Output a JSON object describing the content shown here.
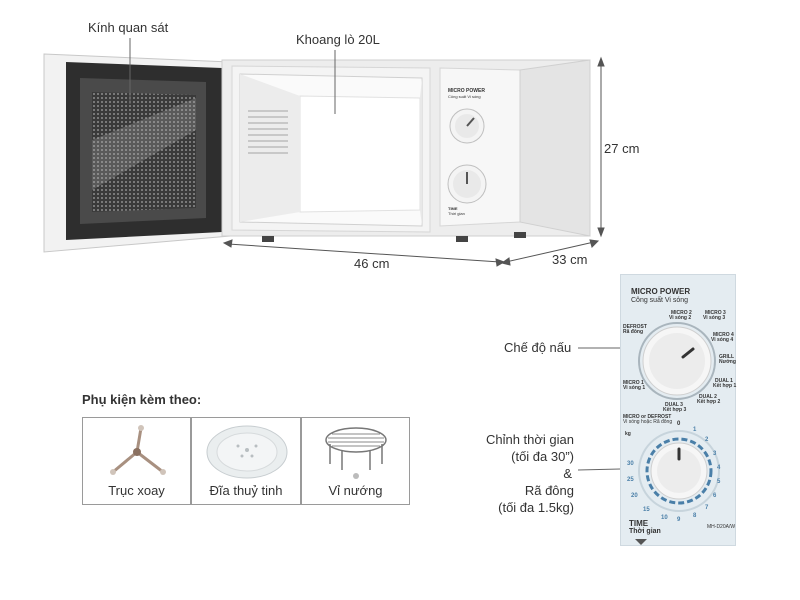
{
  "callouts": {
    "viewing_glass": "Kính quan sát",
    "cavity": "Khoang lò 20L",
    "height": "27 cm",
    "width": "46 cm",
    "depth": "33 cm",
    "cook_mode": "Chế độ nấu",
    "time_line1": "Chỉnh thời gian",
    "time_line2": "(tối đa 30”)",
    "time_line3": "&",
    "time_line4": "Rã đông",
    "time_line5": "(tối đa 1.5kg)"
  },
  "accessories": {
    "title": "Phụ kiện kèm theo:",
    "items": [
      {
        "label": "Trục xoay",
        "icon": "roller-ring-icon"
      },
      {
        "label": "Đĩa thuỷ tinh",
        "icon": "glass-plate-icon"
      },
      {
        "label": "Vỉ nướng",
        "icon": "grill-rack-icon"
      }
    ]
  },
  "control_panel": {
    "power_title": "MICRO POWER",
    "power_subtitle": "Công suất Vi sóng",
    "modes": {
      "micro2": "MICRO 2",
      "micro2_vi": "Vi sóng 2",
      "micro3": "MICRO 3",
      "micro3_vi": "Vi sóng 3",
      "defrost": "DEFROST",
      "defrost_vi": "Rã đông",
      "micro4": "MICRO 4",
      "micro4_vi": "Vi sóng 4",
      "grill": "GRILL",
      "grill_vi": "Nướng",
      "micro1": "MICRO 1",
      "micro1_vi": "Vi sóng 1",
      "dual1": "DUAL 1",
      "dual1_vi": "Kết hợp 1",
      "dual2": "DUAL 2",
      "dual2_vi": "Kết hợp 2",
      "dual3": "DUAL 3",
      "dual3_vi": "Kết hợp 3"
    },
    "timer_header": "MICRO or DEFROST",
    "timer_header_vi": "Vi sóng hoặc Rã đông",
    "timer_kg": "kg",
    "timer_numbers": [
      "0",
      "1",
      "2",
      "3",
      "4",
      "5",
      "6",
      "7",
      "8",
      "9",
      "10",
      "15",
      "20",
      "25",
      "30"
    ],
    "time_title": "TIME",
    "time_subtitle": "Thời gian",
    "model": "MH-D20A/W"
  },
  "microwave_panel_small": {
    "power": "MICRO POWER",
    "power_vi": "Công suất Vi sóng",
    "time": "TIME",
    "time_vi": "Thời gian"
  }
}
